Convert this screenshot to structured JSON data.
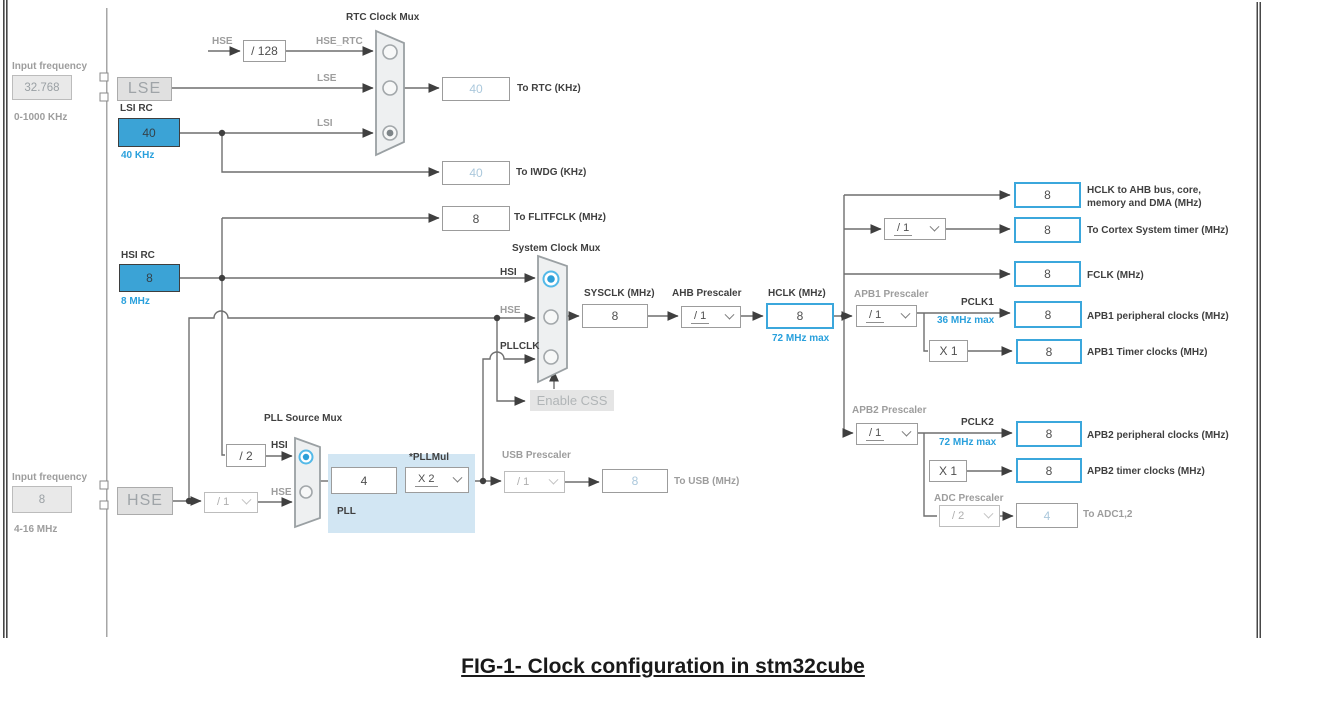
{
  "caption": "FIG-1- Clock configuration in stm32cube",
  "left_panel": {
    "lse_input": {
      "label": "Input frequency",
      "value": "32.768",
      "range": "0-1000 KHz"
    },
    "hse_input": {
      "label": "Input frequency",
      "value": "8",
      "range": "4-16 MHz"
    }
  },
  "sources": {
    "lse": {
      "label": "LSE"
    },
    "hse": {
      "label": "HSE"
    },
    "lsi": {
      "title": "LSI RC",
      "value": "40",
      "freq": "40 KHz"
    },
    "hsi": {
      "title": "HSI RC",
      "value": "8",
      "freq": "8 MHz"
    }
  },
  "rtc_mux": {
    "title": "RTC Clock Mux",
    "hse_div": "/ 128",
    "wire_hse": "HSE",
    "wire_hse_rtc": "HSE_RTC",
    "wire_lse": "LSE",
    "wire_lsi": "LSI"
  },
  "sys_mux": {
    "title": "System Clock Mux",
    "wire_hsi": "HSI",
    "wire_hse": "HSE",
    "wire_pllclk": "PLLCLK",
    "enable_css": "Enable CSS"
  },
  "pll": {
    "mux_title": "PLL Source Mux",
    "hsi_div": "/ 2",
    "hse_div": "/ 1",
    "wire_hsi": "HSI",
    "wire_hse": "HSE",
    "panel_label": "PLL",
    "input_value": "4",
    "mul_label": "*PLLMul",
    "mul_value": "X 2"
  },
  "chain": {
    "sysclk": {
      "label": "SYSCLK (MHz)",
      "value": "8"
    },
    "ahb": {
      "label": "AHB Prescaler",
      "value": "/ 1"
    },
    "hclk": {
      "label": "HCLK (MHz)",
      "value": "8",
      "note": "72 MHz max"
    },
    "cortex_div": {
      "value": "/ 1"
    },
    "apb1": {
      "label": "APB1 Prescaler",
      "value": "/ 1",
      "wire": "PCLK1",
      "note": "36 MHz max",
      "mul": "X 1"
    },
    "apb2": {
      "label": "APB2 Prescaler",
      "value": "/ 1",
      "wire": "PCLK2",
      "note": "72 MHz max",
      "mul": "X 1"
    },
    "adc": {
      "label": "ADC Prescaler",
      "value": "/ 2"
    },
    "usb": {
      "label": "USB Prescaler",
      "value": "/ 1"
    }
  },
  "outputs": {
    "rtc": {
      "value": "40",
      "label": "To RTC (KHz)"
    },
    "iwdg": {
      "value": "40",
      "label": "To IWDG (KHz)"
    },
    "flitf": {
      "value": "8",
      "label": "To FLITFCLK (MHz)"
    },
    "hclk_ahb": {
      "value": "8",
      "label1": "HCLK to AHB bus, core,",
      "label2": "memory and DMA (MHz)"
    },
    "cortex": {
      "value": "8",
      "label": "To Cortex System timer (MHz)"
    },
    "fclk": {
      "value": "8",
      "label": "FCLK (MHz)"
    },
    "apb1_periph": {
      "value": "8",
      "label": "APB1 peripheral clocks (MHz)"
    },
    "apb1_timer": {
      "value": "8",
      "label": "APB1 Timer clocks (MHz)"
    },
    "apb2_periph": {
      "value": "8",
      "label": "APB2 peripheral clocks (MHz)"
    },
    "apb2_timer": {
      "value": "8",
      "label": "APB2 timer clocks (MHz)"
    },
    "usb": {
      "value": "8",
      "label": "To USB (MHz)"
    },
    "adc": {
      "value": "4",
      "label": "To ADC1,2"
    }
  },
  "colors": {
    "accent_blue": "#3ba7dc",
    "blue_text": "#29a0dc",
    "panel_blue": "#d2e6f3",
    "line": "#6f6f6f",
    "disabled_text": "#aeaeae"
  }
}
